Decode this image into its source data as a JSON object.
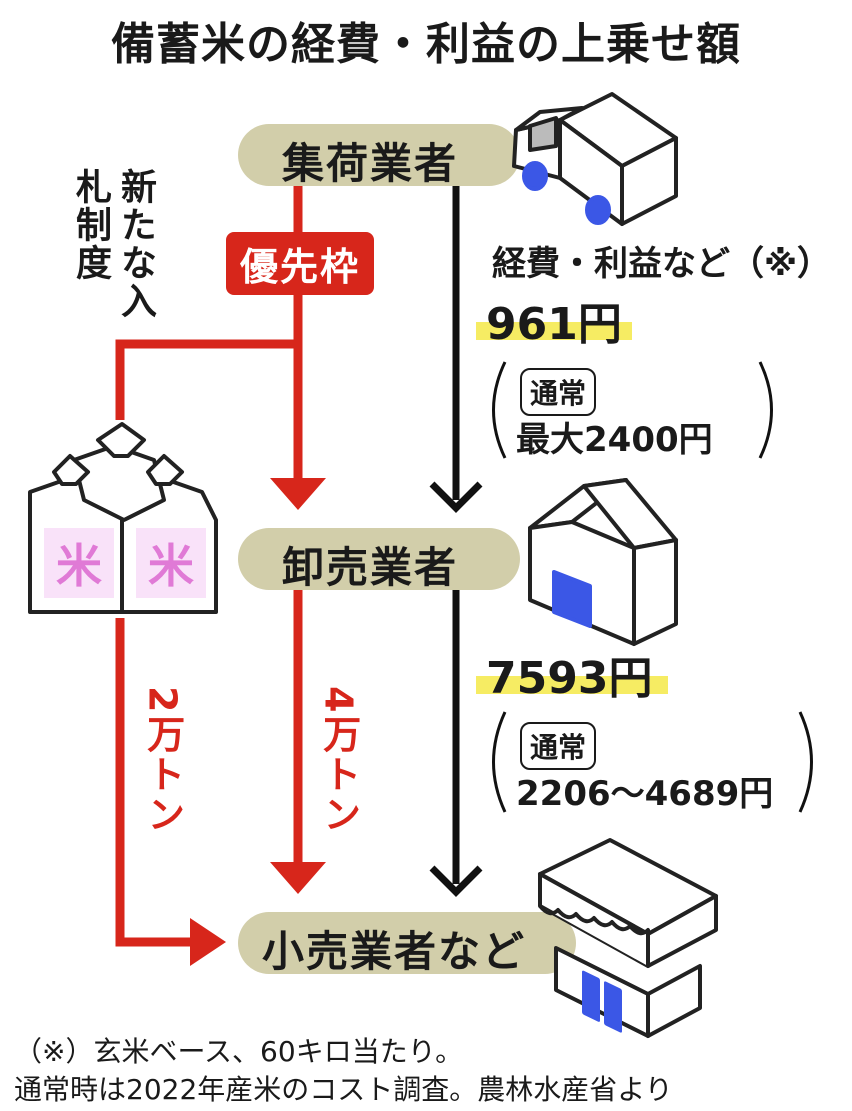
{
  "title": "備蓄米の経費・利益の上乗せ額",
  "stages": {
    "collector": "集荷業者",
    "wholesaler": "卸売業者",
    "retailer": "小売業者など"
  },
  "new_bid_system": "新たな入札制度",
  "priority_quota": "優先枠",
  "route_2": "2万トン",
  "route_4": "4万トン",
  "collector_info": {
    "heading": "経費・利益など（※）",
    "amount": "961円",
    "normal_tag": "通常",
    "normal_value": "最大2400円"
  },
  "wholesaler_info": {
    "amount": "7593円",
    "normal_tag": "通常",
    "normal_value": "2206～4689円"
  },
  "footnotes": {
    "line1": "（※）玄米ベース、60キロ当たり。",
    "line2": "通常時は2022年産米のコスト調査。農林水産省より"
  },
  "colors": {
    "stage_band": "#d2ceaa",
    "red": "#d7261b",
    "highlight": "#f6ec63",
    "building_blue": "#3b57e6",
    "rice_pink": "#f0c6f0"
  },
  "icons": {
    "collector": "truck-icon",
    "wholesaler": "warehouse-icon",
    "retailer": "shop-icon",
    "rice": "rice-bags-icon"
  }
}
